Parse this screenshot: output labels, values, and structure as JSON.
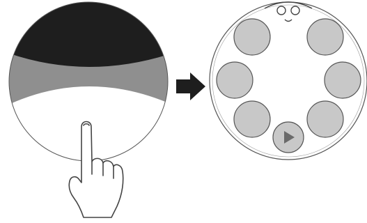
{
  "illustration": {
    "left_dial": {
      "bands": [
        "dark-band",
        "gray-band",
        "white-band"
      ],
      "gesture": "tap-with-finger"
    },
    "transition": {
      "icon": "right-arrow-icon"
    },
    "right_dial": {
      "top_icon": "eyes-face-icon",
      "buttons_count": 7,
      "center_button_icon": "play-icon"
    },
    "colors": {
      "dark": "#1e1e1e",
      "mid_gray": "#8f8f8f",
      "button_gray": "#c8c8c8",
      "outline": "#444444"
    }
  }
}
